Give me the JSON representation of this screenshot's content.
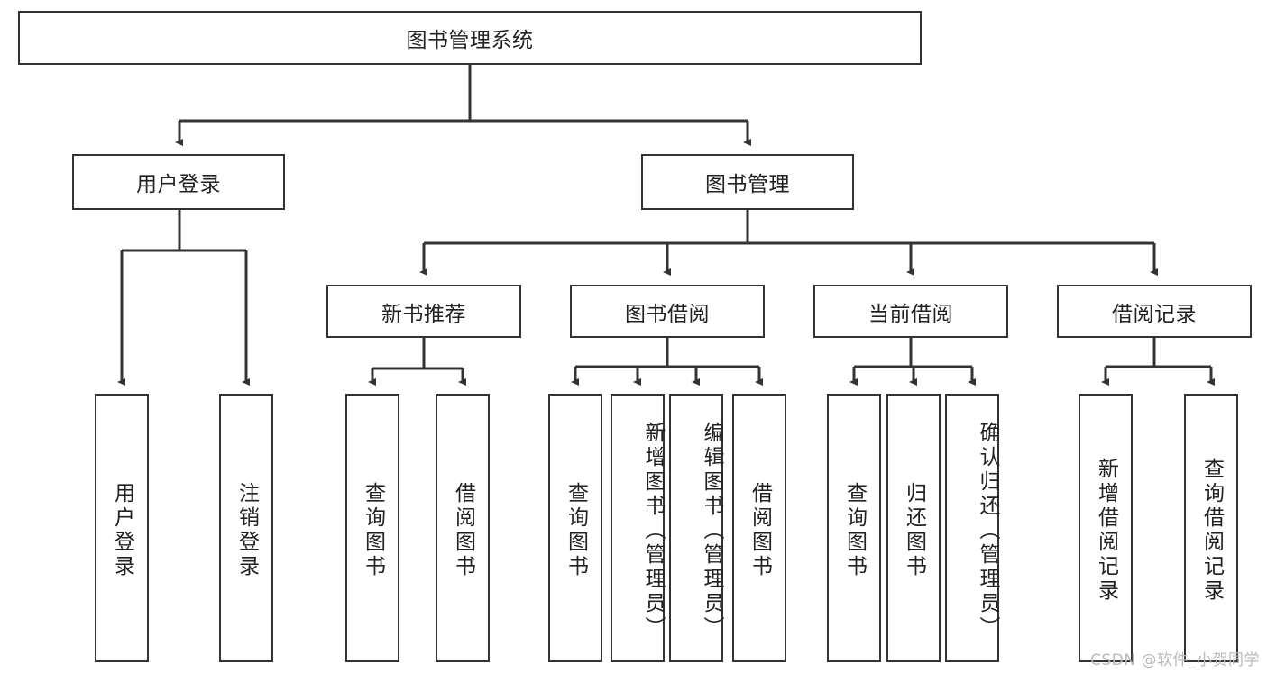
{
  "diagram": {
    "title_node": {
      "label": "图书管理系统"
    },
    "level2": [
      {
        "id": "user-login",
        "label": "用户登录"
      },
      {
        "id": "book-management",
        "label": "图书管理"
      }
    ],
    "level3": [
      {
        "id": "new-book-recommend",
        "label": "新书推荐"
      },
      {
        "id": "book-borrow",
        "label": "图书借阅"
      },
      {
        "id": "current-borrow",
        "label": "当前借阅"
      },
      {
        "id": "borrow-record",
        "label": "借阅记录"
      }
    ],
    "leaves": [
      {
        "id": "leaf-user-login",
        "label": "用户登录",
        "align": "middle"
      },
      {
        "id": "leaf-logout-login",
        "label": "注销登录",
        "align": "middle"
      },
      {
        "id": "leaf-query-book-1",
        "label": "查询图书",
        "align": "middle"
      },
      {
        "id": "leaf-borrow-book-1",
        "label": "借阅图书",
        "align": "middle"
      },
      {
        "id": "leaf-query-book-2",
        "label": "查询图书",
        "align": "middle"
      },
      {
        "id": "leaf-add-book",
        "label": "新增图书（管理员）",
        "align": "top"
      },
      {
        "id": "leaf-edit-book",
        "label": "编辑图书（管理员）",
        "align": "top"
      },
      {
        "id": "leaf-borrow-book-2",
        "label": "借阅图书",
        "align": "middle"
      },
      {
        "id": "leaf-query-book-3",
        "label": "查询图书",
        "align": "middle"
      },
      {
        "id": "leaf-return-book",
        "label": "归还图书",
        "align": "middle"
      },
      {
        "id": "leaf-confirm-return",
        "label": "确认归还（管理员）",
        "align": "top"
      },
      {
        "id": "leaf-add-borrow-record",
        "label": "新增借阅记录",
        "align": "middle"
      },
      {
        "id": "leaf-query-borrow-record",
        "label": "查询借阅记录",
        "align": "middle"
      }
    ],
    "watermark": "CSDN @软件_小贺同学",
    "colors": {
      "stroke": "#333333",
      "fill": "#ffffff",
      "text": "#222222",
      "watermark": "#b9b9b9"
    }
  }
}
